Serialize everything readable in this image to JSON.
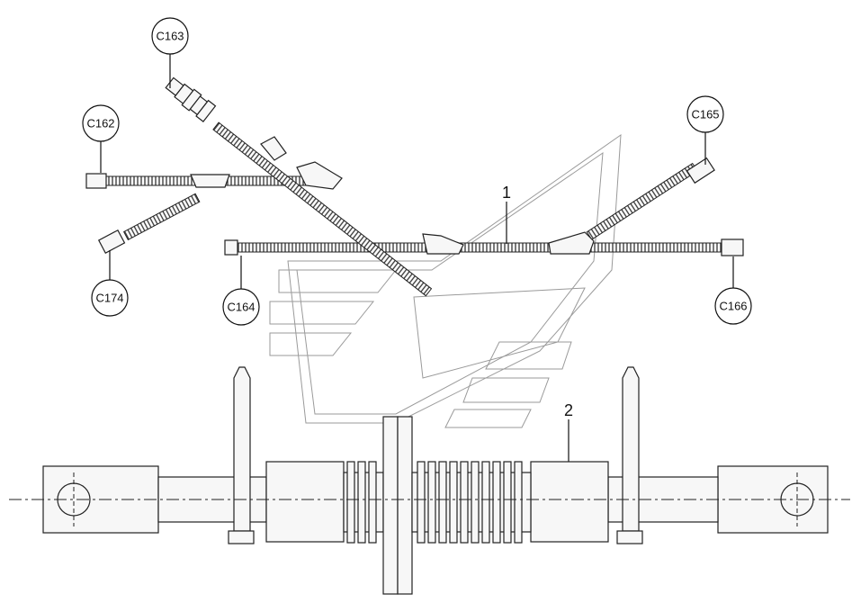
{
  "callouts": [
    {
      "id": "c163",
      "text": "C163"
    },
    {
      "id": "c162",
      "text": "C162"
    },
    {
      "id": "c165",
      "text": "C165"
    },
    {
      "id": "c174",
      "text": "C174"
    },
    {
      "id": "c164",
      "text": "C164"
    },
    {
      "id": "c166",
      "text": "C166"
    }
  ],
  "items": [
    {
      "id": "item1",
      "text": "1"
    },
    {
      "id": "item2",
      "text": "2"
    }
  ],
  "colors": {
    "line": "#111111",
    "watermark": "#9a9a9a"
  }
}
